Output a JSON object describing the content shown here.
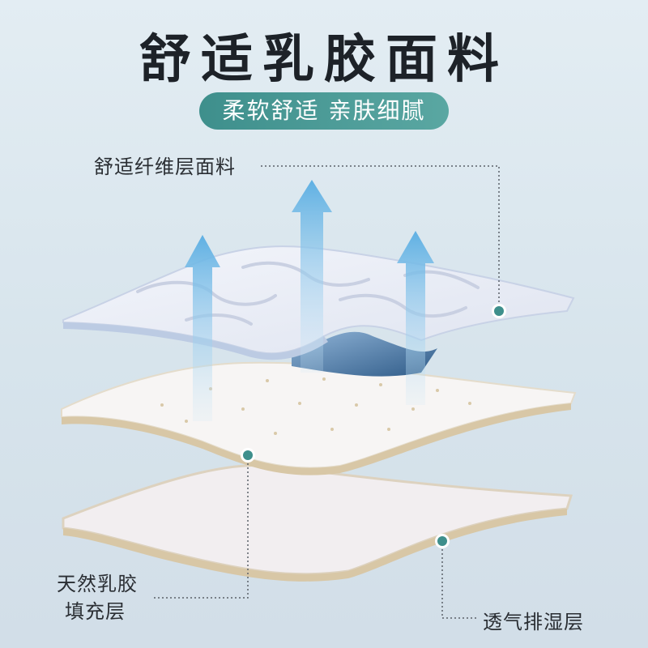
{
  "title": "舒适乳胶面料",
  "subtitle": "柔软舒适 亲肤细腻",
  "callouts": {
    "top_layer": "舒适纤维层面料",
    "middle_layer_line1": "天然乳胶",
    "middle_layer_line2": "填充层",
    "bottom_layer": "透气排湿层"
  },
  "colors": {
    "accent": "#3e8f8c",
    "arrow": "#7fbfe6",
    "latex_edge": "#d8c7a6"
  }
}
